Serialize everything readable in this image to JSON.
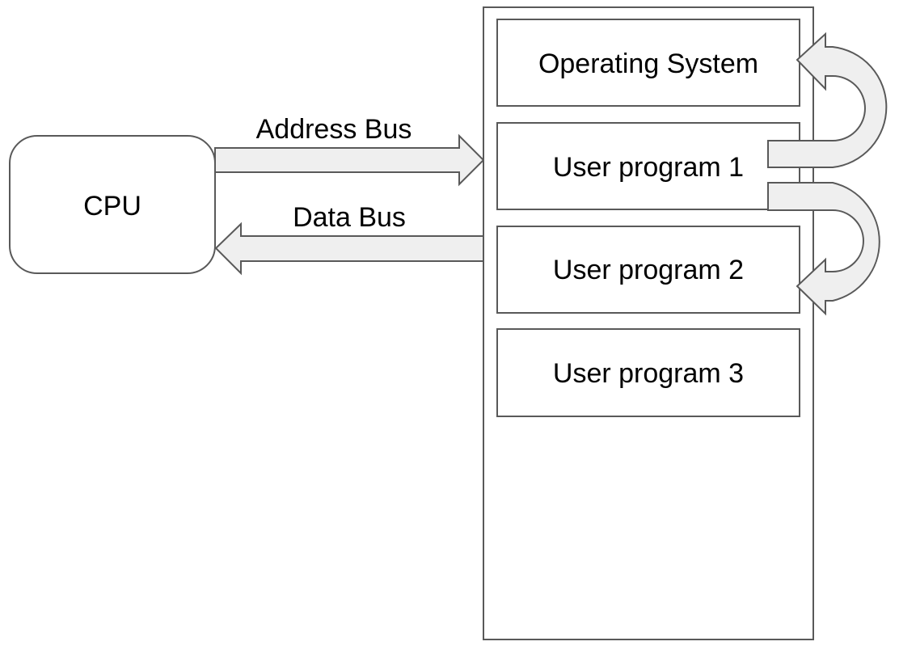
{
  "diagram": {
    "cpu": {
      "label": "CPU"
    },
    "buses": {
      "address": {
        "label": "Address Bus"
      },
      "data": {
        "label": "Data Bus"
      }
    },
    "memory": {
      "blocks": [
        {
          "label": "Operating System"
        },
        {
          "label": "User program 1"
        },
        {
          "label": "User program 2"
        },
        {
          "label": "User program 3"
        }
      ]
    }
  },
  "colors": {
    "stroke": "#595959",
    "arrow_fill": "#efefef",
    "background": "#ffffff",
    "text": "#000000"
  }
}
